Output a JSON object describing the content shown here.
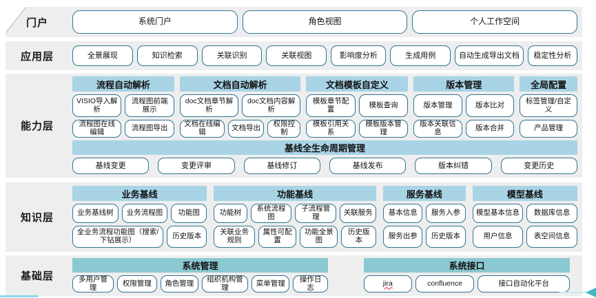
{
  "colors": {
    "band_bg": "#eeeeee",
    "header_blue": "#a8d4e6",
    "header_teal": "#8ac9d1",
    "box_border": "#2e7291",
    "accent_cyan": "#8fd8ea",
    "arrow_teal": "#45b6c6",
    "misspell_red": "#e02020"
  },
  "layers": {
    "portal": {
      "label": "门户",
      "items": [
        "系统门户",
        "角色视图",
        "个人工作空间"
      ]
    },
    "application": {
      "label": "应用层",
      "items": [
        "全景展现",
        "知识检索",
        "关联识别",
        "关联视图",
        "影响度分析",
        "生成用例",
        "自动生成导出文档",
        "稳定性分析"
      ]
    },
    "capability": {
      "label": "能力层",
      "groups": [
        {
          "title": "流程自动解析",
          "rows": [
            [
              "VISIO导入解析",
              "流程图前端展示"
            ],
            [
              "流程图在线编辑",
              "流程图导出"
            ]
          ]
        },
        {
          "title": "文档自动解析",
          "rows": [
            [
              "doc文档章节解析",
              "doc文档内容解析"
            ],
            [
              "文档在线编辑",
              "文档导出",
              "权限控制"
            ]
          ]
        },
        {
          "title": "文档模板自定义",
          "rows": [
            [
              "模板章节配置",
              "模板查询"
            ],
            [
              "模板引用关系",
              "模板版本管理"
            ]
          ]
        },
        {
          "title": "版本管理",
          "rows": [
            [
              "版本管理",
              "版本比对"
            ],
            [
              "版本关联信息",
              "版本合并"
            ]
          ]
        },
        {
          "title": "全局配置",
          "rows": [
            [
              "标签管理/自定义"
            ],
            [
              "产品管理"
            ]
          ]
        }
      ],
      "baseline": {
        "title": "基线全生命周期管理",
        "items": [
          "基线变更",
          "变更评审",
          "基线修订",
          "基线发布",
          "版本纠错",
          "变更历史"
        ]
      }
    },
    "knowledge": {
      "label": "知识层",
      "groups": [
        {
          "title": "业务基线",
          "rows": [
            [
              "业务基线树",
              "业务流程图",
              "功能图"
            ],
            [
              "全业务流程功能图（搜索/下钻展示）",
              "历史版本"
            ]
          ]
        },
        {
          "title": "功能基线",
          "rows": [
            [
              "功能树",
              "系统流程图",
              "子流程管理",
              "关联服务"
            ],
            [
              "关联业务规则",
              "属性可配置",
              "功能全景图",
              "历史版本"
            ]
          ]
        },
        {
          "title": "服务基线",
          "rows": [
            [
              "基本信息",
              "服务入参"
            ],
            [
              "服务出参",
              "历史版本"
            ]
          ]
        },
        {
          "title": "模型基线",
          "rows": [
            [
              "模型基本信息",
              "数据库信息"
            ],
            [
              "用户信息",
              "表空间信息"
            ]
          ]
        }
      ]
    },
    "foundation": {
      "label": "基础层",
      "groups": [
        {
          "title": "系统管理",
          "items": [
            "多用户管理",
            "权限管理",
            "角色管理",
            "组织机构管理",
            "菜单管理",
            "操作日志"
          ]
        },
        {
          "title": "系统接口",
          "items": [
            "jira",
            "confluence",
            "接口自动化平台"
          ]
        }
      ]
    }
  }
}
